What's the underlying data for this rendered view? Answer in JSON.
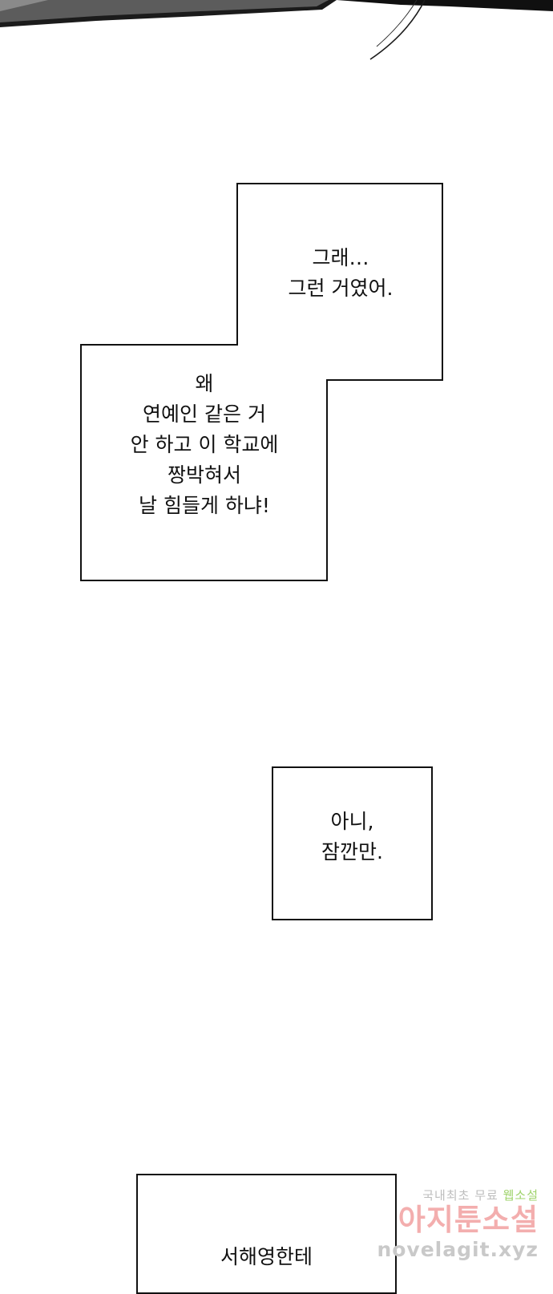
{
  "dialogue": {
    "box1": {
      "lines": [
        "그래…",
        "그런 거였어."
      ]
    },
    "box2": {
      "lines": [
        "왜",
        "연예인 같은 거",
        "안 하고 이 학교에",
        "짱박혀서",
        "날 힘들게 하냐!"
      ]
    },
    "box3": {
      "lines": [
        "아니,",
        "잠깐만."
      ]
    },
    "box4": {
      "lines": [
        "서해영한테"
      ]
    }
  },
  "watermark": {
    "tagline_prefix": "국내최초 무료",
    "tagline_accent": "웹소설",
    "brand": "아지툰소설",
    "url": "novelagit.xyz"
  },
  "colors": {
    "background": "#ffffff",
    "stroke": "#111111",
    "art_dark": "#1a1a1a",
    "art_gray": "#5a5a5a"
  }
}
